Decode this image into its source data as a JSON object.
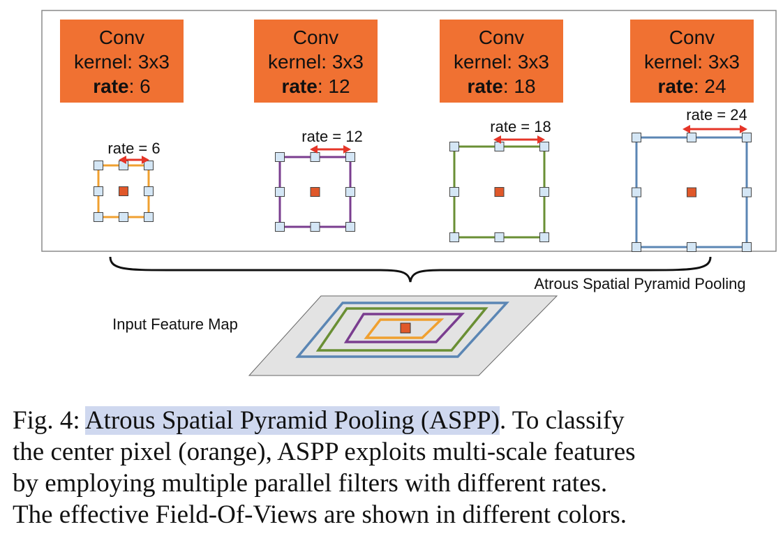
{
  "colors": {
    "conv_fill": "#f07132",
    "center_pixel": "#e0582a",
    "sample_pixel": "#d4e6f5",
    "rate_arrow": "#e53528",
    "fov_orange": "#f0a030",
    "fov_purple": "#7a3d8f",
    "fov_green": "#6a8f34",
    "fov_blue": "#5b86b4",
    "plane_fill": "#e3e3e3",
    "caption_highlight": "#cfd8ef"
  },
  "branches": [
    {
      "conv": "Conv",
      "kernel": "kernel: 3x3",
      "rate_key": "rate",
      "rate_val": ": 6",
      "arrow_label": "rate = 6"
    },
    {
      "conv": "Conv",
      "kernel": "kernel: 3x3",
      "rate_key": "rate",
      "rate_val": ": 12",
      "arrow_label": "rate = 12"
    },
    {
      "conv": "Conv",
      "kernel": "kernel: 3x3",
      "rate_key": "rate",
      "rate_val": ": 18",
      "arrow_label": "rate = 18"
    },
    {
      "conv": "Conv",
      "kernel": "kernel: 3x3",
      "rate_key": "rate",
      "rate_val": ": 24",
      "arrow_label": "rate = 24"
    }
  ],
  "labels": {
    "aspp": "Atrous Spatial Pyramid Pooling",
    "input": "Input Feature Map"
  },
  "caption": {
    "prefix": "Fig. 4: ",
    "highlight": "Atrous Spatial Pyramid Pooling (ASPP)",
    "line1_rest": ". To classify",
    "line2": "the center pixel (orange), ASPP exploits multi-scale features",
    "line3": "by employing multiple parallel filters with different rates.",
    "line4": "The effective Field-Of-Views are shown in different colors."
  }
}
